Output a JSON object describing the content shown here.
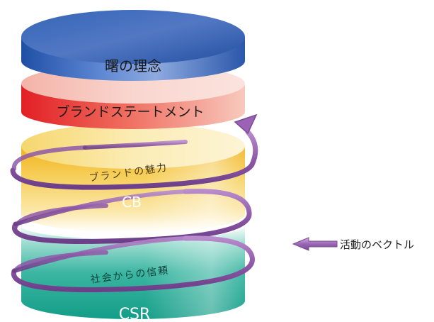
{
  "layers": {
    "philosophy": "曙の理念",
    "statement": "ブランドステートメント",
    "brand_appeal": "ブランドの魅力",
    "cb": "CB",
    "social_trust": "社会からの信頼",
    "csr": "CSR"
  },
  "legend": {
    "label": "活動のベクトル"
  },
  "colors": {
    "philosophy": "#2f5faf",
    "statement": "#e8443c",
    "cb": "#f3c23d",
    "csr": "#1fa691",
    "spiral": "#8e58a8"
  }
}
